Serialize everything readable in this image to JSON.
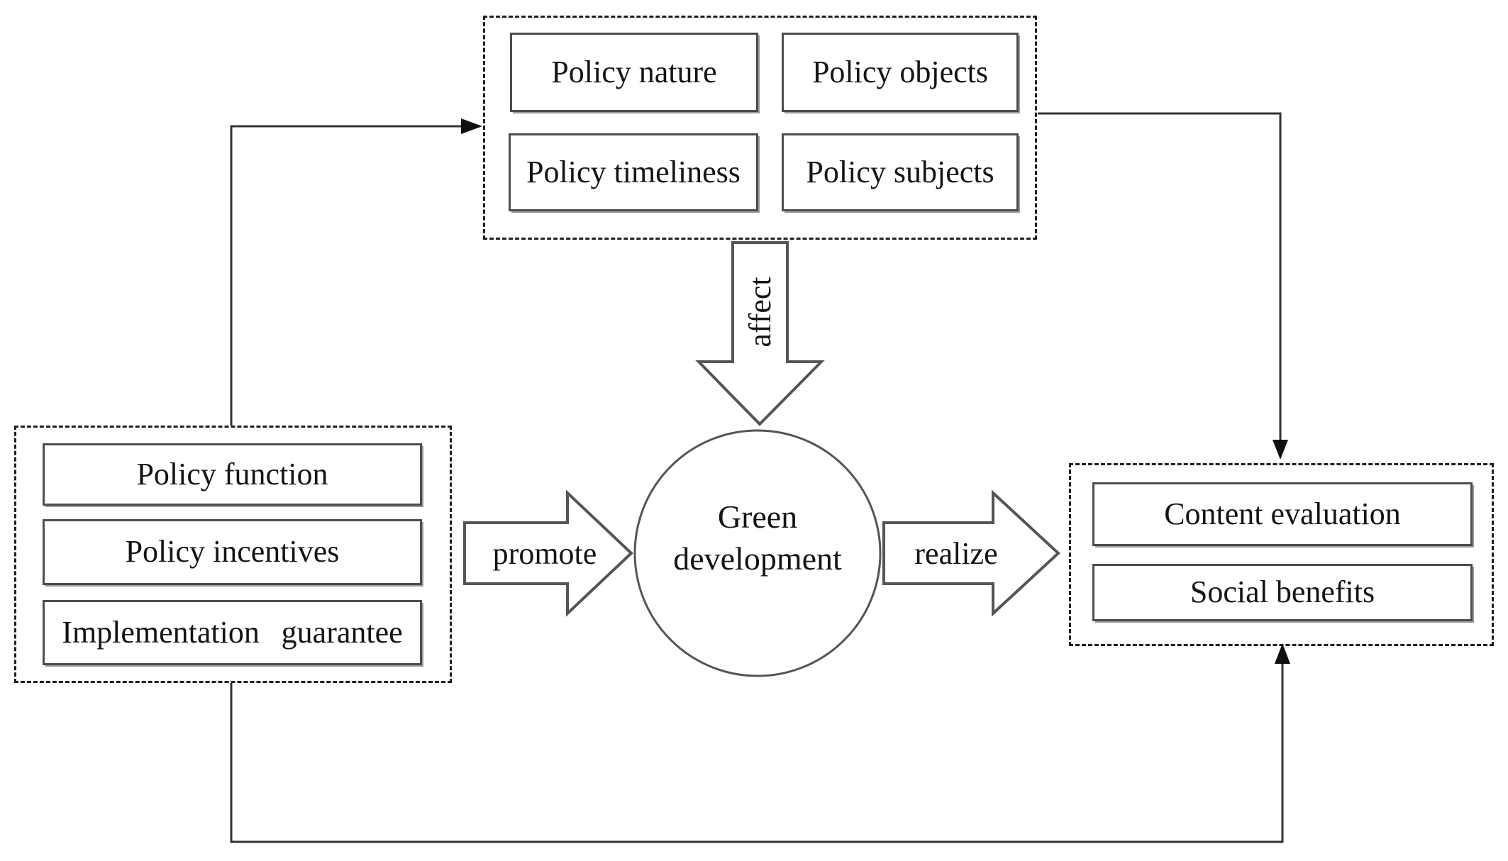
{
  "diagram": {
    "top_group": {
      "items": [
        "Policy nature",
        "Policy objects",
        "Policy timeliness",
        "Policy subjects"
      ]
    },
    "left_group": {
      "items": [
        "Policy function",
        "Policy incentives",
        "Implementation guarantee"
      ]
    },
    "right_group": {
      "items": [
        "Content evaluation",
        "Social benefits"
      ]
    },
    "center_node": {
      "line1": "Green",
      "line2": "development"
    },
    "arrow_labels": {
      "affect": "affect",
      "promote": "promote",
      "realize": "realize"
    },
    "colors": {
      "connector": "#333333",
      "arrowhead": "#111111",
      "block_arrow_stroke": "#555555",
      "box_border": "#4d4d4d",
      "dashed_border": "#1f1f1f",
      "text": "#141414",
      "background": "#ffffff"
    }
  }
}
